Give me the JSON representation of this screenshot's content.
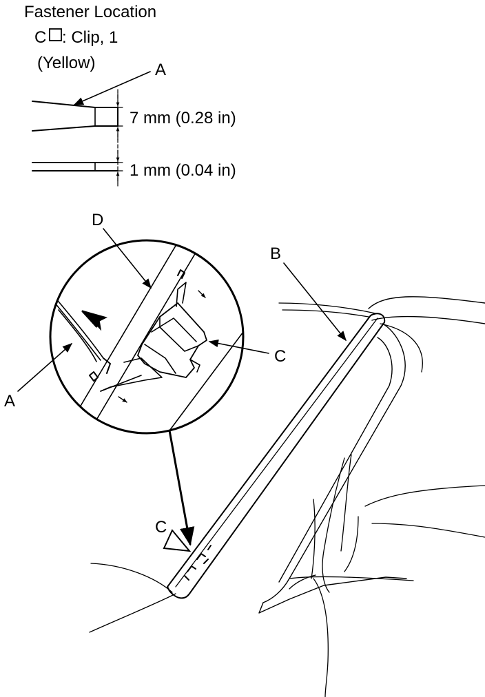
{
  "legend": {
    "title": "Fastener Location",
    "clip_letter": "C",
    "clip_text": ": Clip, 1",
    "clip_color": "(Yellow)"
  },
  "dimensions": {
    "tool_tip_label": "A",
    "thickness_7": "7 mm (0.28 in)",
    "thickness_1": "1 mm (0.04 in)"
  },
  "callouts": {
    "tool": "A",
    "garnish": "B",
    "clip_detail": "C",
    "clip_location": "C",
    "trim_edge": "D"
  },
  "colors": {
    "line": "#000000",
    "background": "#ffffff"
  }
}
